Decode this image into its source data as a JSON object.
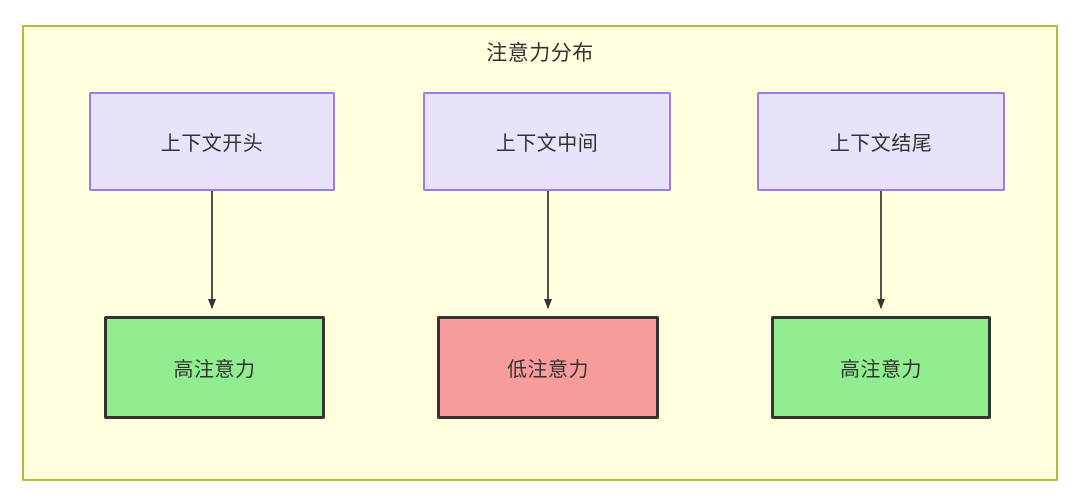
{
  "diagram": {
    "title": "注意力分布",
    "container": {
      "fill": "#ffffdd",
      "stroke": "#bbbb33"
    },
    "nodes": {
      "top": [
        {
          "id": "ctx-start",
          "label": "上下文开头",
          "fill": "#e8e3fb",
          "stroke": "#9f7aea"
        },
        {
          "id": "ctx-middle",
          "label": "上下文中间",
          "fill": "#e8e3fb",
          "stroke": "#9f7aea"
        },
        {
          "id": "ctx-end",
          "label": "上下文结尾",
          "fill": "#e8e3fb",
          "stroke": "#9f7aea"
        }
      ],
      "bottom": [
        {
          "id": "attn-high-1",
          "label": "高注意力",
          "fill": "#90ee90",
          "stroke": "#333333"
        },
        {
          "id": "attn-low",
          "label": "低注意力",
          "fill": "#f79b9b",
          "stroke": "#333333"
        },
        {
          "id": "attn-high-2",
          "label": "高注意力",
          "fill": "#90ee90",
          "stroke": "#333333"
        }
      ]
    },
    "edges": [
      {
        "from": "ctx-start",
        "to": "attn-high-1",
        "label": "",
        "arrow": "arrow-down-icon"
      },
      {
        "from": "ctx-middle",
        "to": "attn-low",
        "label": "",
        "arrow": "arrow-down-icon"
      },
      {
        "from": "ctx-end",
        "to": "attn-high-2",
        "label": "",
        "arrow": "arrow-down-icon"
      }
    ],
    "edge_color": "#333333"
  }
}
